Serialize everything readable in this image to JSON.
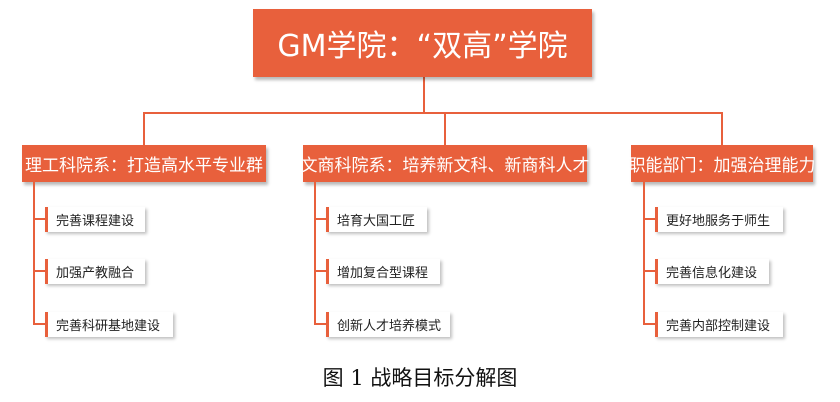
{
  "root": {
    "label": "GM学院：“双高”学院"
  },
  "categories": [
    {
      "label": "理工科院系：打造高水平专业群",
      "items": [
        "完善课程建设",
        "加强产教融合",
        "完善科研基地建设"
      ]
    },
    {
      "label": "文商科院系：培养新文科、新商科人才",
      "items": [
        "培育大国工匠",
        "增加复合型课程",
        "创新人才培养模式"
      ]
    },
    {
      "label": "职能部门：加强治理能力",
      "items": [
        "更好地服务于师生",
        "完善信息化建设",
        "完善内部控制建设"
      ]
    }
  ],
  "caption": "图 1  战略目标分解图",
  "colors": {
    "accent": "#e8603c",
    "leaf_background": "#ffffff",
    "text_dark": "#222222"
  }
}
